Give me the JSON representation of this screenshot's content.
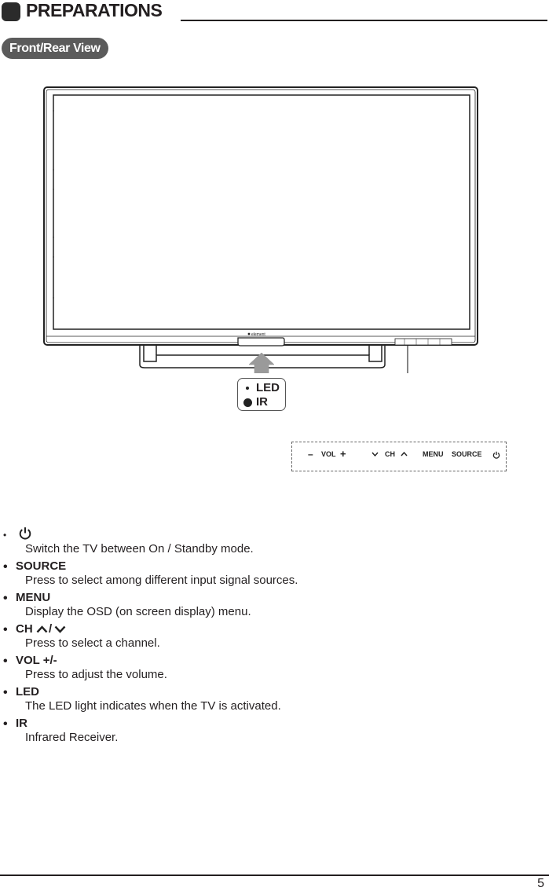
{
  "header": {
    "title": "PREPARATIONS"
  },
  "section": {
    "label": "Front/Rear View"
  },
  "tv": {
    "brand": "element"
  },
  "callout": {
    "led": "LED",
    "ir": "IR"
  },
  "panel": {
    "minus": "–",
    "vol": "VOL",
    "plus": "+",
    "ch": "CH",
    "menu": "MENU",
    "source": "SOURCE"
  },
  "items": [
    {
      "term": "",
      "icon": "power-icon",
      "desc": "Switch the TV between On / Standby mode."
    },
    {
      "term": "SOURCE",
      "desc": "Press to select among different input signal sources."
    },
    {
      "term": "MENU",
      "desc": "Display the OSD (on screen display) menu."
    },
    {
      "term": "CH",
      "desc": "Press to select a channel."
    },
    {
      "term": "VOL +/-",
      "desc": "Press to adjust the volume."
    },
    {
      "term": "LED",
      "desc": "The LED light indicates when the TV is activated."
    },
    {
      "term": "IR",
      "desc": "Infrared Receiver."
    }
  ],
  "bullet": "•",
  "ch_separator": "/",
  "footer": {
    "page_number": "5"
  }
}
